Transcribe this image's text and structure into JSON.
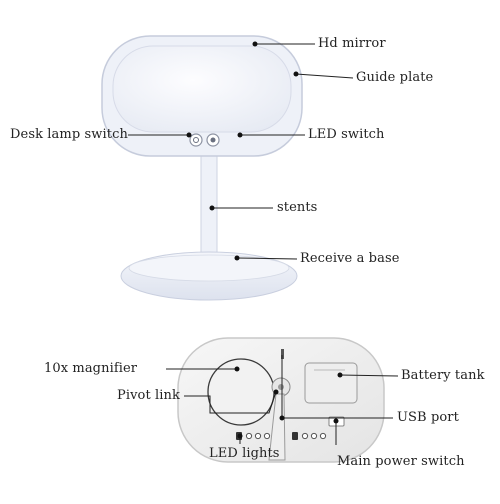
{
  "labels": {
    "hd_mirror": "Hd mirror",
    "guide_plate": "Guide plate",
    "desk_lamp_switch": "Desk lamp switch",
    "led_switch": "LED switch",
    "stents": "stents",
    "receive_base": "Receive a base",
    "magnifier": "10x magnifier",
    "battery_tank": "Battery tank",
    "pivot_link": "Pivot link",
    "usb_port": "USB port",
    "main_power_switch": "Main power switch",
    "led_lights": "LED lights"
  },
  "colors": {
    "frame": "#eef1f8",
    "frame_edge": "#c9cfdf",
    "mirror": "#f7f8fc",
    "back_body": "#f1f1f1",
    "line": "#222222",
    "dot": "#111111"
  }
}
